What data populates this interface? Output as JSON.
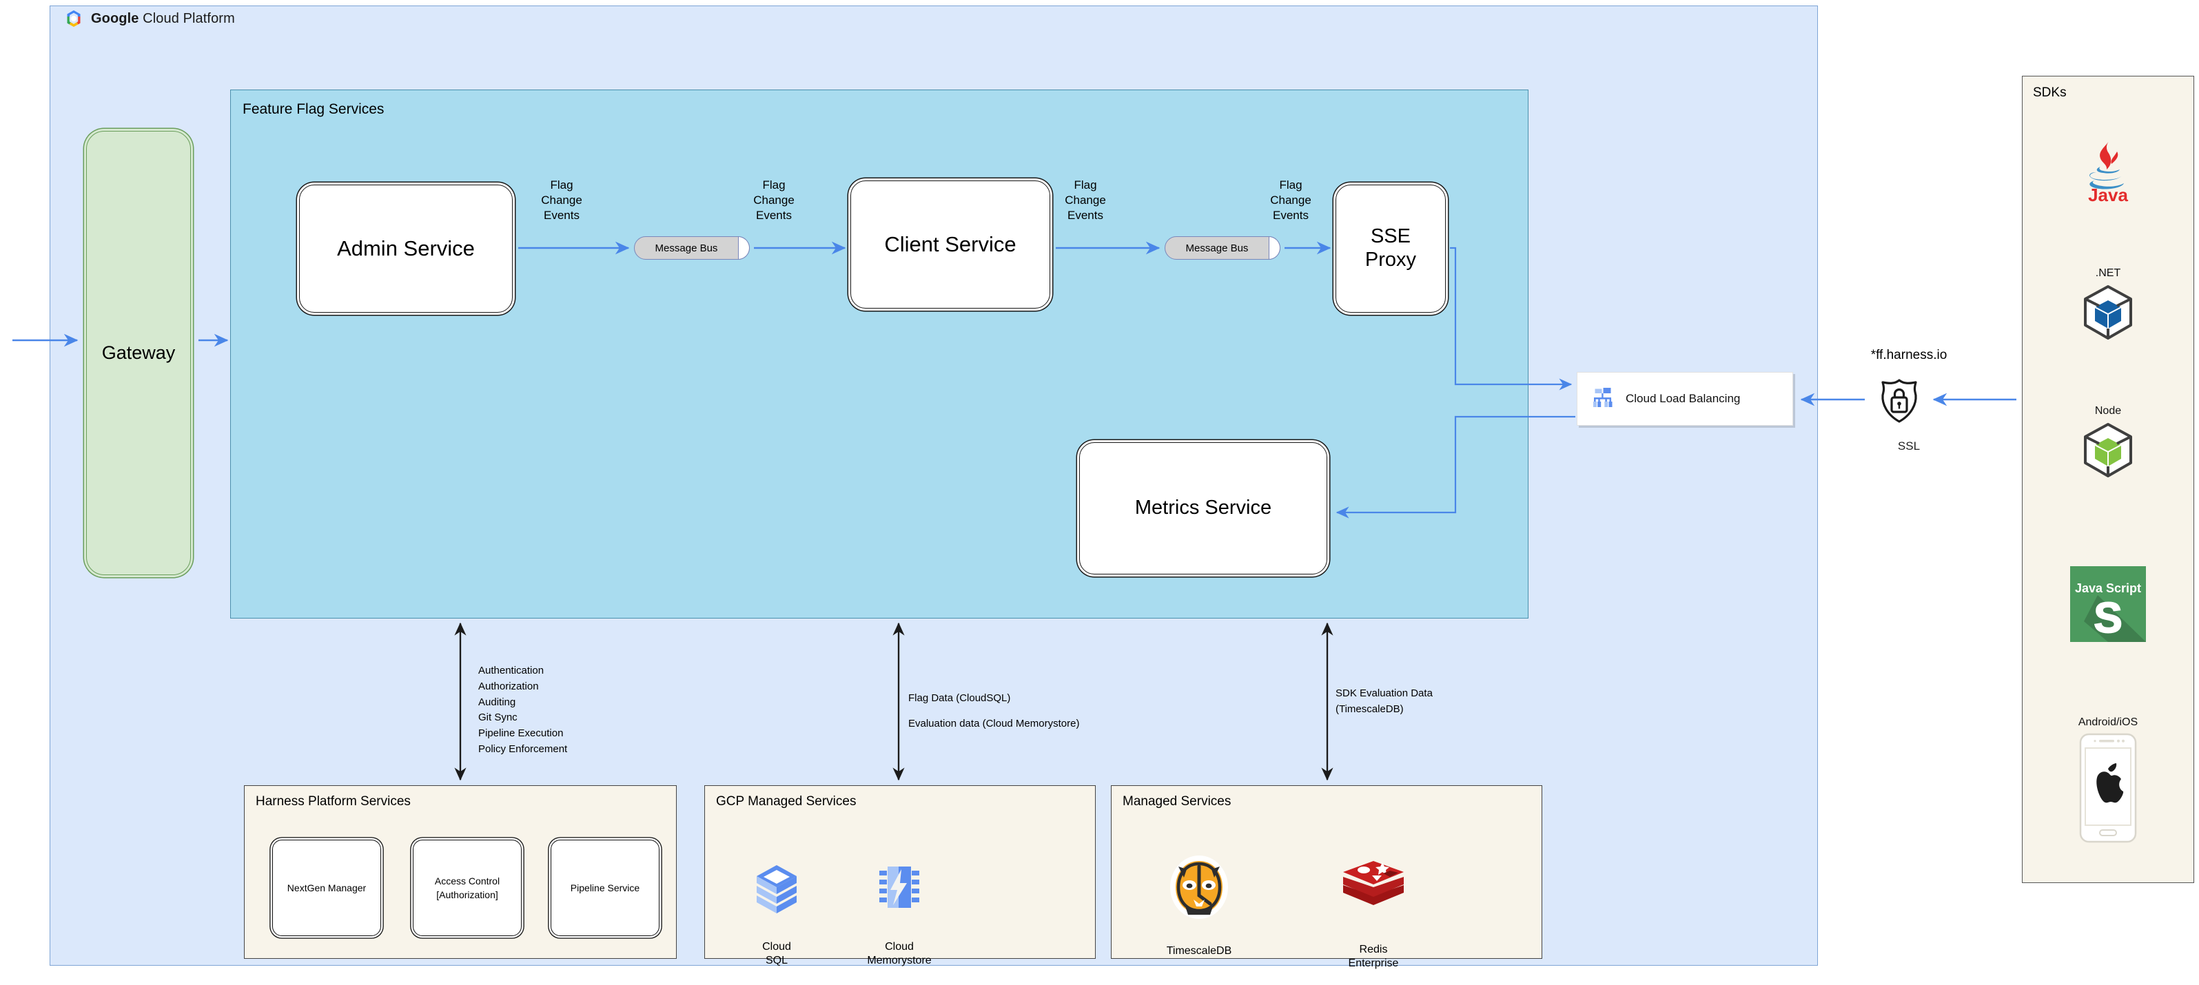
{
  "gcp": {
    "title_bold": "Google",
    "title_rest": " Cloud Platform",
    "logo_icon": "google-cloud-logo"
  },
  "feature_flag_services": {
    "title": "Feature Flag Services",
    "nodes": {
      "admin_service": "Admin Service",
      "client_service": "Client Service",
      "sse_proxy": "SSE\nProxy",
      "metrics_service": "Metrics Service"
    },
    "message_bus_1": "Message Bus",
    "message_bus_2": "Message Bus",
    "edge_labels": {
      "flag_1": "Flag\nChange\nEvents",
      "flag_2": "Flag\nChange\nEvents",
      "flag_3": "Flag\nChange\nEvents",
      "flag_4": "Flag\nChange\nEvents"
    }
  },
  "gateway": {
    "label": "Gateway"
  },
  "load_balancer": {
    "label": "Cloud Load Balancing",
    "icon": "cloud-load-balancing-icon"
  },
  "ssl": {
    "domain": "*ff.harness.io",
    "label": "SSL",
    "icon": "ssl-shield-lock-icon"
  },
  "annotations": {
    "harness": "Authentication\nAuthorization\nAuditing\nGit Sync\nPipeline Execution\nPolicy Enforcement",
    "gcp_data": "Flag Data (CloudSQL)\nEvaluation data (Cloud Memorystore)",
    "managed_data": "SDK Evaluation Data\n(TimescaleDB)"
  },
  "groups": {
    "harness_platform": {
      "title": "Harness Platform Services",
      "items": [
        {
          "label": "NextGen Manager"
        },
        {
          "label": "Access Control\n[Authorization]"
        },
        {
          "label": "Pipeline Service"
        }
      ]
    },
    "gcp_managed": {
      "title": "GCP Managed Services",
      "items": [
        {
          "label": "Cloud\nSQL",
          "icon": "cloud-sql-icon"
        },
        {
          "label": "Cloud\nMemorystore",
          "icon": "cloud-memorystore-icon"
        }
      ]
    },
    "managed": {
      "title": "Managed Services",
      "items": [
        {
          "label": "TimescaleDB",
          "icon": "timescaledb-tiger-icon"
        },
        {
          "label": "Redis\nEnterprise",
          "icon": "redis-stack-icon"
        }
      ]
    }
  },
  "sdks": {
    "title": "SDKs",
    "items": [
      {
        "name": "",
        "label": "Java",
        "icon": "java-logo-icon"
      },
      {
        "name": ".NET",
        "label": "",
        "icon": "dotnet-cube-icon"
      },
      {
        "name": "Node",
        "label": "",
        "icon": "node-cube-icon"
      },
      {
        "name": "",
        "label": "Java Script",
        "icon": "javascript-s-icon"
      },
      {
        "name": "Android/iOS",
        "label": "",
        "icon": "mobile-phone-apple-icon"
      }
    ]
  },
  "colors": {
    "gcp_panel": "#dbe8fb",
    "ffs_panel": "#a9dcef",
    "gateway": "#d6e9d0",
    "group_panel": "#f8f4ea",
    "wire": "#4a86e8"
  }
}
